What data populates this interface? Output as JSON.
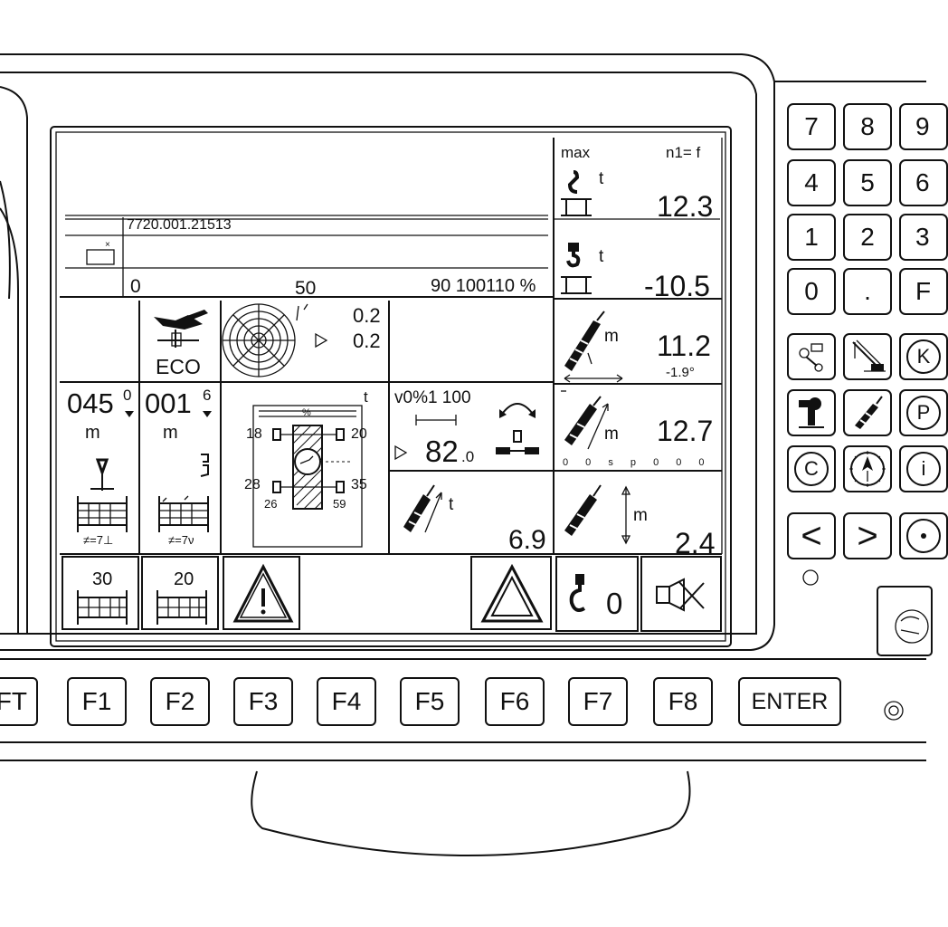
{
  "bar": {
    "code": "7720.001.21513",
    "small_mark": "×",
    "scale_start": "0",
    "scale_mid": "50",
    "scale_end": "90 100110 %"
  },
  "eco": {
    "label": "ECO",
    "value_top": "0.2",
    "value_bottom": "0.2"
  },
  "right_panel": {
    "header_left": "max",
    "header_right": "n1= f",
    "r1": {
      "unit": "t",
      "value": "12.3"
    },
    "r2": {
      "unit": "t",
      "value": "-10.5"
    },
    "r3": {
      "unit": "m",
      "value": "11.2",
      "sub": "-1.9°"
    },
    "r4": {
      "unit": "m",
      "value": "12.7",
      "ticks": "0 0 s p 0 0 0"
    },
    "r5": {
      "unit": "m",
      "value": "2.4"
    }
  },
  "left_gauges": {
    "g1": {
      "value": "045",
      "sup": "0",
      "unit": "m",
      "foot": "≠=7⊥"
    },
    "g2": {
      "value": "001",
      "sup": "6",
      "unit": "m",
      "foot": "≠=7ν"
    }
  },
  "outrigger": {
    "top_unit": "t",
    "top_label": "%",
    "tl": "18",
    "tr": "20",
    "bl": "28",
    "br": "35",
    "bottom_left": "26",
    "bottom_right": "59"
  },
  "speed": {
    "label": "v0%1 100",
    "value": "82",
    "decimal": ".0"
  },
  "load_t": {
    "unit": "t",
    "value": "6.9"
  },
  "bottom_row": {
    "drum1": "30",
    "drum2": "20",
    "hook_count": "0"
  },
  "keypad": {
    "row1": [
      "7",
      "8",
      "9"
    ],
    "row2": [
      "4",
      "5",
      "6"
    ],
    "row3": [
      "1",
      "2",
      "3"
    ],
    "row4": [
      "0",
      ".",
      "F"
    ],
    "row6_last": "K",
    "row7_last": "P",
    "row8_first": "C",
    "row8_last": "i",
    "arrow_left": "<",
    "arrow_right": ">"
  },
  "function_keys": [
    "FT",
    "F1",
    "F2",
    "F3",
    "F4",
    "F5",
    "F6",
    "F7",
    "F8",
    "ENTER"
  ]
}
